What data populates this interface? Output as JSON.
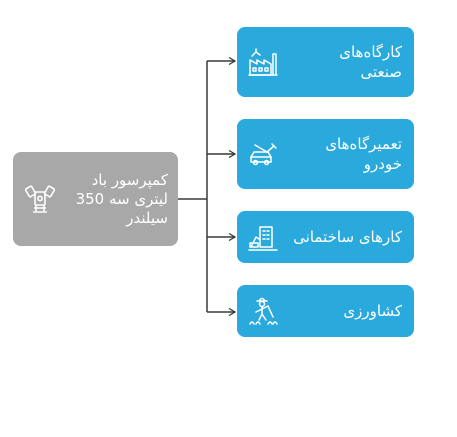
{
  "root": {
    "label_lines": [
      "کمپرسور باد",
      "لیتری سه 350",
      "سیلندر"
    ],
    "icon": "engine-icon",
    "color": "#a8a8a8"
  },
  "children": [
    {
      "label_lines": [
        "کارگاه‌های",
        "صنعتی"
      ],
      "icon": "factory-icon"
    },
    {
      "label_lines": [
        "تعمیرگاه‌های",
        "خودرو"
      ],
      "icon": "car-repair-icon"
    },
    {
      "label_lines": [
        "کارهای ساختمانی"
      ],
      "icon": "building-crane-icon"
    },
    {
      "label_lines": [
        "کشاورزی"
      ],
      "icon": "farmer-icon"
    }
  ],
  "colors": {
    "child_box": "#2aa9dd",
    "connector": "#3a3a3a"
  }
}
